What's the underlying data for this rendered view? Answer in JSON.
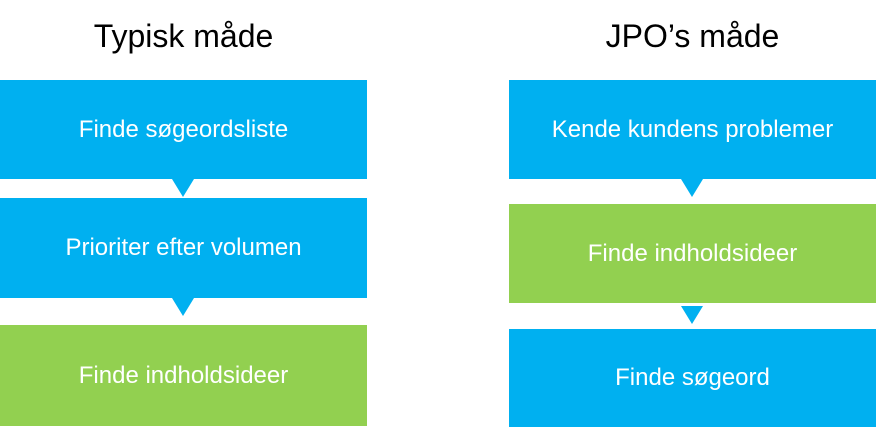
{
  "colors": {
    "blue": "#00b0f0",
    "green": "#92d050",
    "text": "#ffffff",
    "heading": "#000000"
  },
  "left": {
    "title": "Typisk måde",
    "steps": [
      {
        "label": "Finde søgeordsliste",
        "color": "blue"
      },
      {
        "label": "Prioriter efter volumen",
        "color": "blue"
      },
      {
        "label": "Finde indholdsideer",
        "color": "green"
      }
    ]
  },
  "right": {
    "title": "JPO’s måde",
    "steps": [
      {
        "label": "Kende kundens problemer",
        "color": "blue"
      },
      {
        "label": "Finde indholdsideer",
        "color": "green"
      },
      {
        "label": "Finde søgeord",
        "color": "blue"
      }
    ]
  }
}
